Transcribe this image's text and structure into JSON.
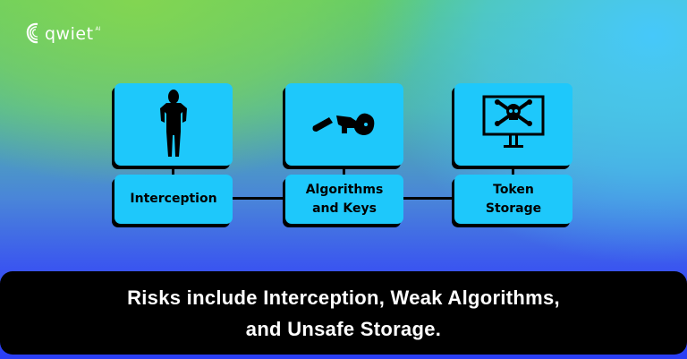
{
  "brand": {
    "wordmark": "qwiet",
    "suffix": "AI"
  },
  "colors": {
    "card": "#1ec8fb",
    "banner": "#000000",
    "text_light": "#ffffff"
  },
  "diagram": {
    "nodes": [
      {
        "icon": "hacker-figure-icon",
        "label_lines": [
          "Interception"
        ]
      },
      {
        "icon": "broken-key-icon",
        "label_lines": [
          "Algorithms",
          "and Keys"
        ]
      },
      {
        "icon": "monitor-skull-icon",
        "label_lines": [
          "Token",
          "Storage"
        ]
      }
    ]
  },
  "banner": {
    "line1": "Risks include Interception, Weak Algorithms,",
    "line2": "and Unsafe Storage."
  }
}
